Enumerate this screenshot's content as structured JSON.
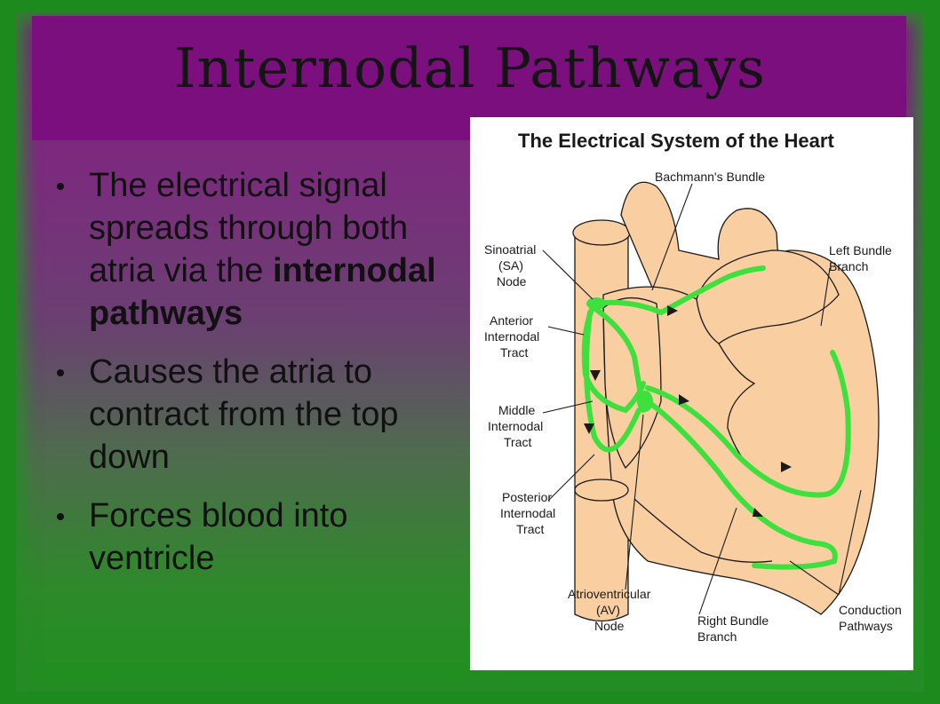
{
  "slide": {
    "title": "Internodal Pathways",
    "bullets": [
      {
        "text": "The electrical signal spreads through both atria via the ",
        "bold": "internodal pathways"
      },
      {
        "text": "Causes the atria to contract from the top down",
        "bold": ""
      },
      {
        "text": "Forces blood into ventricle",
        "bold": ""
      }
    ]
  },
  "figure": {
    "title": "The Electrical System of the Heart",
    "labels": {
      "bachmann": "Bachmann's Bundle",
      "sa_1": "Sinoatrial",
      "sa_2": "(SA)",
      "sa_3": "Node",
      "ant_1": "Anterior",
      "ant_2": "Internodal",
      "ant_3": "Tract",
      "mid_1": "Middle",
      "mid_2": "Internodal",
      "mid_3": "Tract",
      "post_1": "Posterior",
      "post_2": "Internodal",
      "post_3": "Tract",
      "av_1": "Atrioventricular",
      "av_2": "(AV)",
      "av_3": "Node",
      "rbb_1": "Right Bundle",
      "rbb_2": "Branch",
      "lbb_1": "Left Bundle",
      "lbb_2": "Branch",
      "cond_1": "Conduction",
      "cond_2": "Pathways"
    },
    "colors": {
      "heart": "#f9cfa2",
      "pathway": "#3de03d",
      "outline": "#1a1a1a"
    }
  }
}
